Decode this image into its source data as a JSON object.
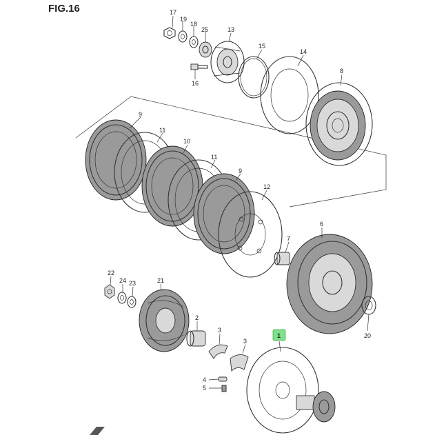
{
  "figure": {
    "title": "FIG.16"
  },
  "callouts": {
    "p1": "1",
    "p2": "2",
    "p3a": "3",
    "p3b": "3",
    "p4": "4",
    "p5": "5",
    "p6": "6",
    "p7": "7",
    "p8": "8",
    "p9a": "9",
    "p9b": "9",
    "p10": "10",
    "p11a": "11",
    "p11b": "11",
    "p12": "12",
    "p13": "13",
    "p14": "14",
    "p15": "15",
    "p16": "16",
    "p17": "17",
    "p18": "18",
    "p19": "19",
    "p20": "20",
    "p21": "21",
    "p22": "22",
    "p23": "23",
    "p24": "24",
    "p25": "25"
  },
  "highlight": {
    "part": "1",
    "color": "#7fe08a"
  }
}
